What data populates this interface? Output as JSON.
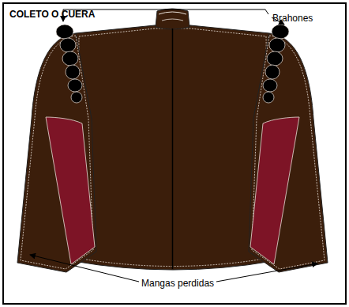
{
  "diagram": {
    "title": "COLETO O CUERA",
    "labels": [
      "Brahones",
      "Mangas perdidas"
    ]
  }
}
